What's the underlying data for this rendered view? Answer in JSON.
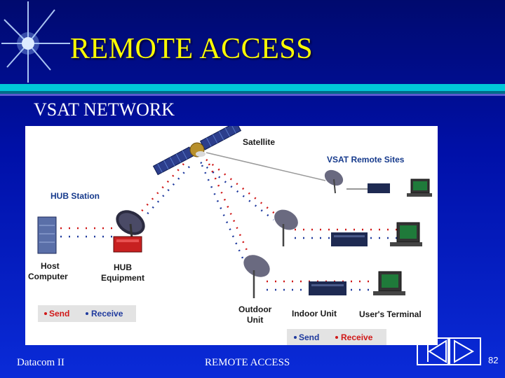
{
  "slide": {
    "title": "REMOTE ACCESS",
    "subtitle": "VSAT NETWORK"
  },
  "diagram": {
    "labels": {
      "satellite": "Satellite",
      "remote_sites": "VSAT Remote Sites",
      "hub_station": "HUB Station",
      "host_computer_line1": "Host",
      "host_computer_line2": "Computer",
      "hub_equipment_line1": "HUB",
      "hub_equipment_line2": "Equipment",
      "outdoor_unit_line1": "Outdoor",
      "outdoor_unit_line2": "Unit",
      "indoor_unit": "Indoor Unit",
      "users_terminal": "User's Terminal"
    },
    "legend_left": {
      "send": "Send",
      "receive": "Receive"
    },
    "legend_right": {
      "send": "Send",
      "receive": "Receive"
    },
    "colors": {
      "send": "#d01818",
      "receive": "#1f3a9e"
    }
  },
  "footer": {
    "left": "Datacom II",
    "center": "REMOTE ACCESS",
    "page": "82"
  },
  "icons": {
    "star": "starburst-icon",
    "nav_prev": "previous-slide-icon",
    "nav_next": "next-slide-icon"
  }
}
